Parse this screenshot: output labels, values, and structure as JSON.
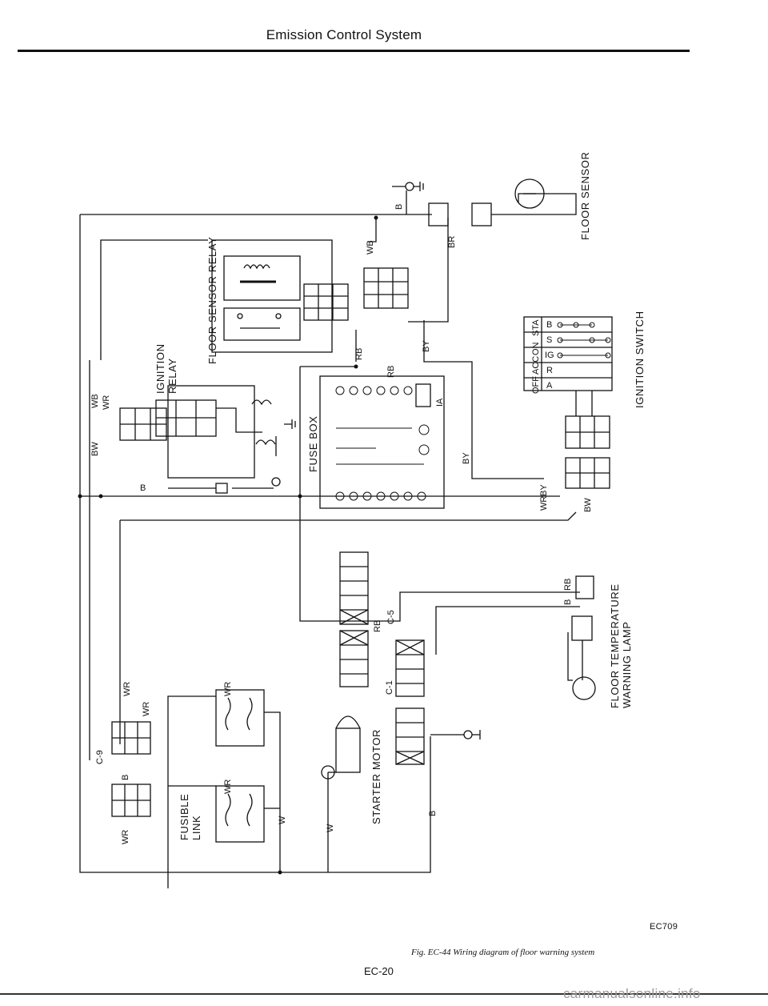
{
  "header": {
    "title": "Emission Control System"
  },
  "diagram": {
    "components": {
      "floor_sensor": "FLOOR SENSOR",
      "floor_sensor_relay": "FLOOR SENSOR RELAY",
      "ignition_relay": "IGNITION\nRELAY",
      "fuse_box": "FUSE BOX",
      "ignition_switch": "IGNITION SWITCH",
      "temp_lamp": "FLOOR TEMPERATURE\nWARNING LAMP",
      "starter_motor": "STARTER MOTOR",
      "fusible_link": "FUSIBLE\nLINK"
    },
    "connectors": {
      "c9": "C-9",
      "c1": "C-1",
      "c5": "C-5"
    },
    "fuse_label": "IA",
    "switch_positions": [
      "OFF",
      "ACC",
      "ON",
      "STA"
    ],
    "switch_terminals": [
      "B",
      "S",
      "IG",
      "R",
      "A"
    ],
    "wire_colors": {
      "b": "B",
      "br": "BR",
      "wb": "WB",
      "rb": "RB",
      "by": "BY",
      "bw": "BW",
      "wr": "WR",
      "w": "W"
    }
  },
  "footer": {
    "figure_code": "EC709",
    "caption": "Fig. EC-44 Wiring diagram of floor warning system",
    "page_number": "EC-20",
    "watermark": "carmanualsonline.info"
  }
}
